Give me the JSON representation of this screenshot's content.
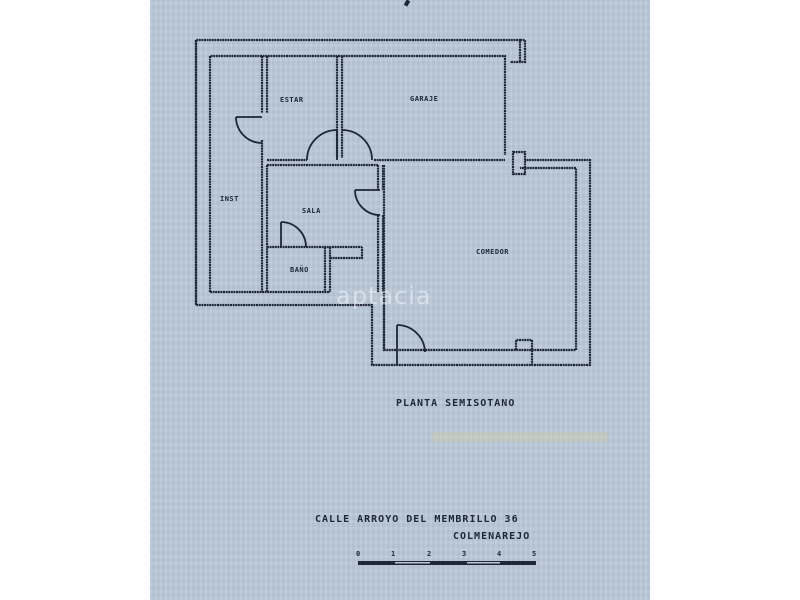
{
  "plan": {
    "title": "PLANTA SEMISOTANO",
    "rooms": [
      {
        "id": "estar",
        "label": "ESTAR"
      },
      {
        "id": "garaje",
        "label": "GARAJE"
      },
      {
        "id": "inst",
        "label": "INST"
      },
      {
        "id": "sala",
        "label": "SALA"
      },
      {
        "id": "bano",
        "label": "BAÑO"
      },
      {
        "id": "comedor",
        "label": "COMEDOR"
      }
    ]
  },
  "address": {
    "street": "CALLE ARROYO DEL MEMBRILLO 36",
    "town": "COLMENAREJO"
  },
  "scale_bar": {
    "ticks": [
      "0",
      "1",
      "2",
      "3",
      "4",
      "5"
    ]
  },
  "watermark": {
    "text": "aptacia"
  },
  "colors": {
    "paper": "#b9c8d8",
    "ink": "#1e2733",
    "margin": "#ffffff"
  }
}
